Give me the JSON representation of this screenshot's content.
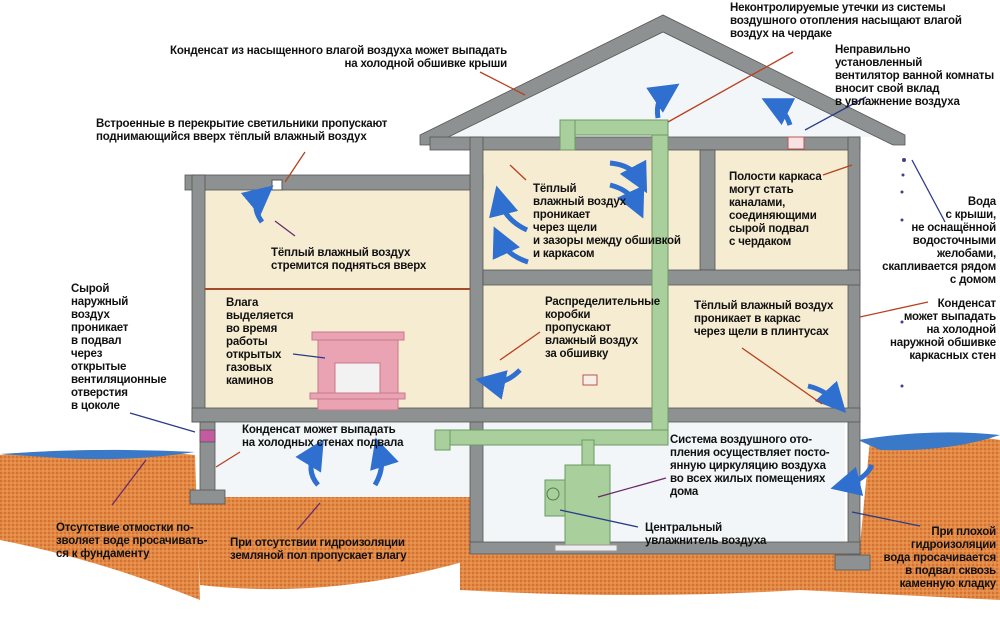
{
  "labels": {
    "roof_condensate": "Конденсат из насыщенного влагой воздуха может выпадать\nна холодной обшивке крыши",
    "air_leaks": "Неконтролируемые утечки из системы\nвоздушного отопления насыщают влагой\nвоздух на чердаке",
    "bath_fan": "Неправильно установленный\nвентилятор ванной комнаты\nвносит свой вклад\nв увлажнение воздуха",
    "ceiling_lights": "Встроенные в перекрытие светильники пропускают\nподнимающийся вверх тёплый влажный воздух",
    "warm_air_gaps": "Тёплый\nвлажный воздух\nпроникает\nчерез щели\nи зазоры между обшивкой\nи каркасом",
    "frame_cavities": "Полости каркаса\nмогут стать\nканалами,\nсоединяющими\nсырой подвал\nс чердаком",
    "roof_water": "Вода\nс крыши,\nне оснащённой\nводосточными\nжелобами,\nскапливается рядом\nс домом",
    "warm_air_rises": "Тёплый влажный воздух\nстремится подняться вверх",
    "outdoor_air": "Сырой\nнаружный\nвоздух\nпроникает\nв подвал\nчерез\nоткрытые\nвентиляционные\nотверстия\nв цоколе",
    "fireplaces": "Влага\nвыделяется\nво время\nработы\nоткрытых\nгазовых\nкаминов",
    "distribution_boxes": "Распределительные\nкоробки\nпропускают\nвлажный воздух\nза обшивку",
    "baseboards": "Тёплый влажный воздух\nпроникает в каркас\nчерез щели в плинтусах",
    "wall_condensate": "Конденсат\nможет выпадать\nна холодной\nнаружной обшивке\nкаркасных стен",
    "basement_condensate": "Конденсат может выпадать\nна холодных стенах подвала",
    "heating_system": "Система воздушного ото-\nпления осуществляет посто-\nянную циркуляцию воздуха\nво всех жилых помещениях\nдома",
    "humidifier": "Центральный\nувлажнитель воздуха",
    "no_blind_area": "Отсутствие отмостки по-\nзволяет воде просачивать-\nся к фундаменту",
    "earth_floor": "При отсутствии гидроизоляции\nземляной пол пропускает влагу",
    "poor_waterproofing": "При плохой\nгидроизоляции\nвода просачивается\nв подвал сквозь\nкаменную кладку"
  },
  "colors": {
    "wall": "#8e9191",
    "room": "#f6ecd2",
    "earth": "#e0823a",
    "water": "#3a78c8",
    "duct": "#a9cf9c",
    "arrow": "#2f6fd0",
    "fireplace": "#e9a3b3",
    "leader_red": "#b8401e",
    "leader_blue": "#2a3a8a"
  }
}
